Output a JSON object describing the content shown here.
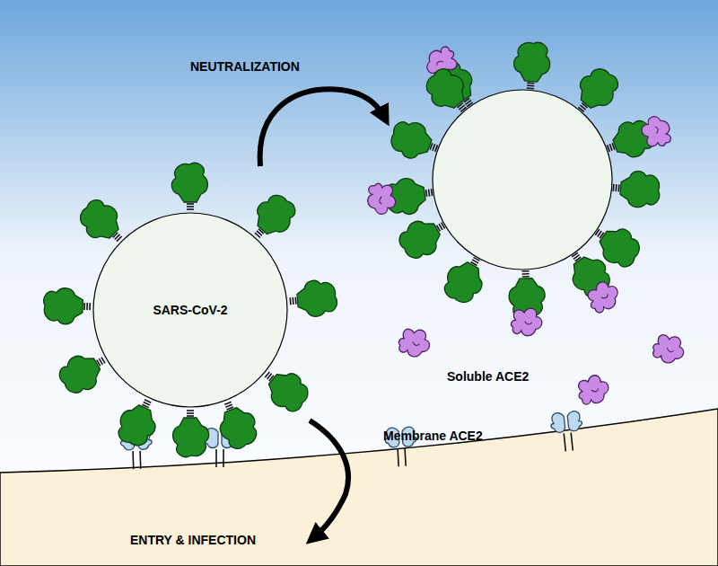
{
  "diagram": {
    "nodes": [
      {
        "text": [
          "SARS-CoV-2"
        ]
      }
    ],
    "labels": [
      "NEUTRALIZATION",
      "Soluble ACE2",
      "Membrane ACE2",
      "ENTRY & INFECTION"
    ]
  }
}
